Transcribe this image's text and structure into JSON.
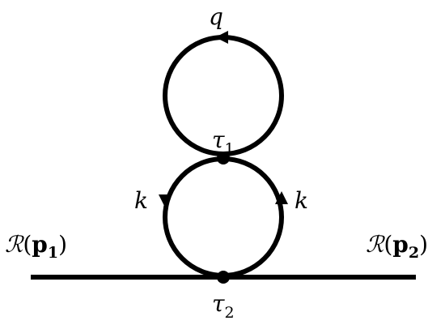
{
  "diagram": {
    "colors": {
      "line": "#000000",
      "background": "#ffffff"
    },
    "labels": {
      "top_loop": "q",
      "vertex_top_symbol": "τ",
      "vertex_top_sub": "1",
      "vertex_bottom_symbol": "τ",
      "vertex_bottom_sub": "2",
      "left_arc": "k",
      "right_arc": "k",
      "left_field_script": "ℛ",
      "left_field_open": "(",
      "left_field_p": "p",
      "left_field_sub": "1",
      "left_field_close": ")",
      "right_field_script": "ℛ",
      "right_field_open": "(",
      "right_field_p": "p",
      "right_field_sub": "2",
      "right_field_close": ")"
    }
  }
}
